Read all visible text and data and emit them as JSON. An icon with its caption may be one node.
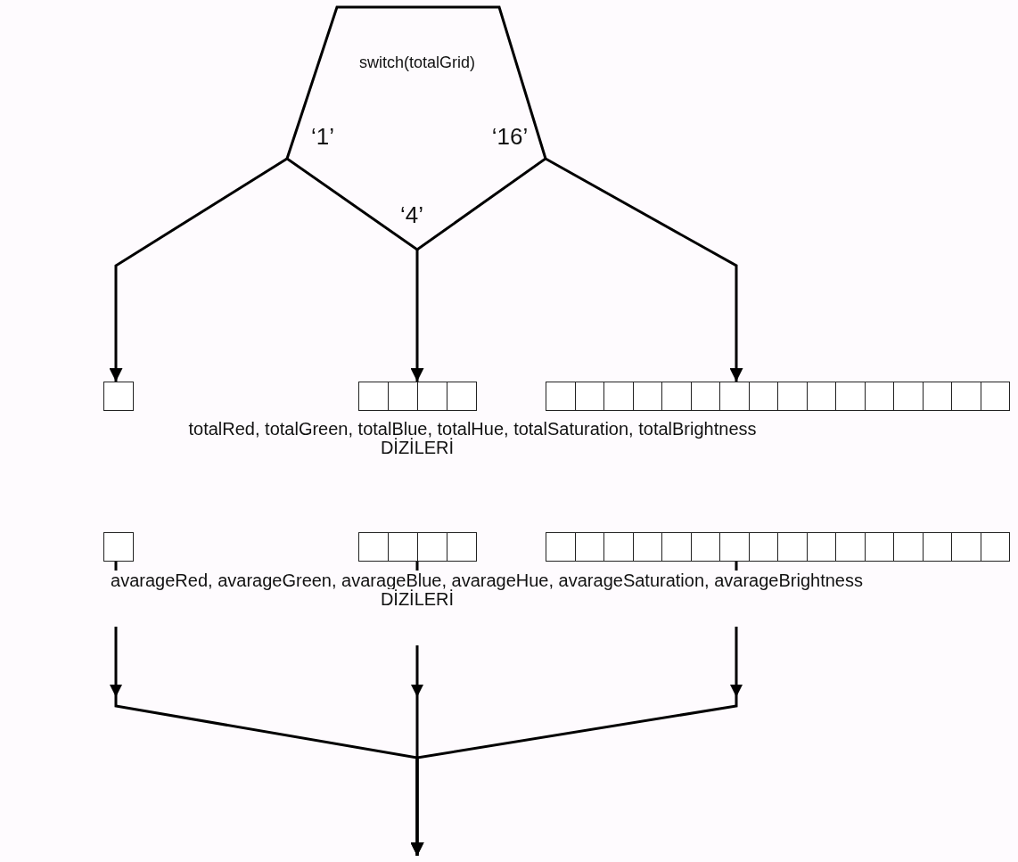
{
  "diagram": {
    "nodes": [
      {
        "text": [
          "switch(totalGrid)"
        ]
      },
      {
        "text": [],
        "shape": "bar"
      },
      {
        "text": [],
        "shape": "bar"
      },
      {
        "text": [],
        "shape": "bar"
      },
      {
        "text": [],
        "shape": "bar"
      },
      {
        "text": [],
        "shape": "bar"
      },
      {
        "text": [],
        "shape": "bar"
      }
    ],
    "edges": [
      {
        "from": 0,
        "to": 1,
        "arrow": "to",
        "label": "‘1’"
      },
      {
        "from": 0,
        "to": 2,
        "arrow": "to",
        "label": "‘4’"
      },
      {
        "from": 0,
        "to": 3,
        "arrow": "to",
        "label": "‘16’"
      },
      {
        "from": 4,
        "to": null,
        "arrow": "to"
      },
      {
        "from": 5,
        "to": null,
        "arrow": "to"
      },
      {
        "from": 6,
        "to": null,
        "arrow": "to"
      }
    ],
    "labels": [
      "totalRed, totalGreen, totalBlue, totalHue, totalSaturation, totalBrightness",
      "DİZİLERİ",
      "avarageRed, avarageGreen, avarageBlue, avarageHue, avarageSaturation, avarageBrightness",
      "DİZİLERİ"
    ]
  }
}
